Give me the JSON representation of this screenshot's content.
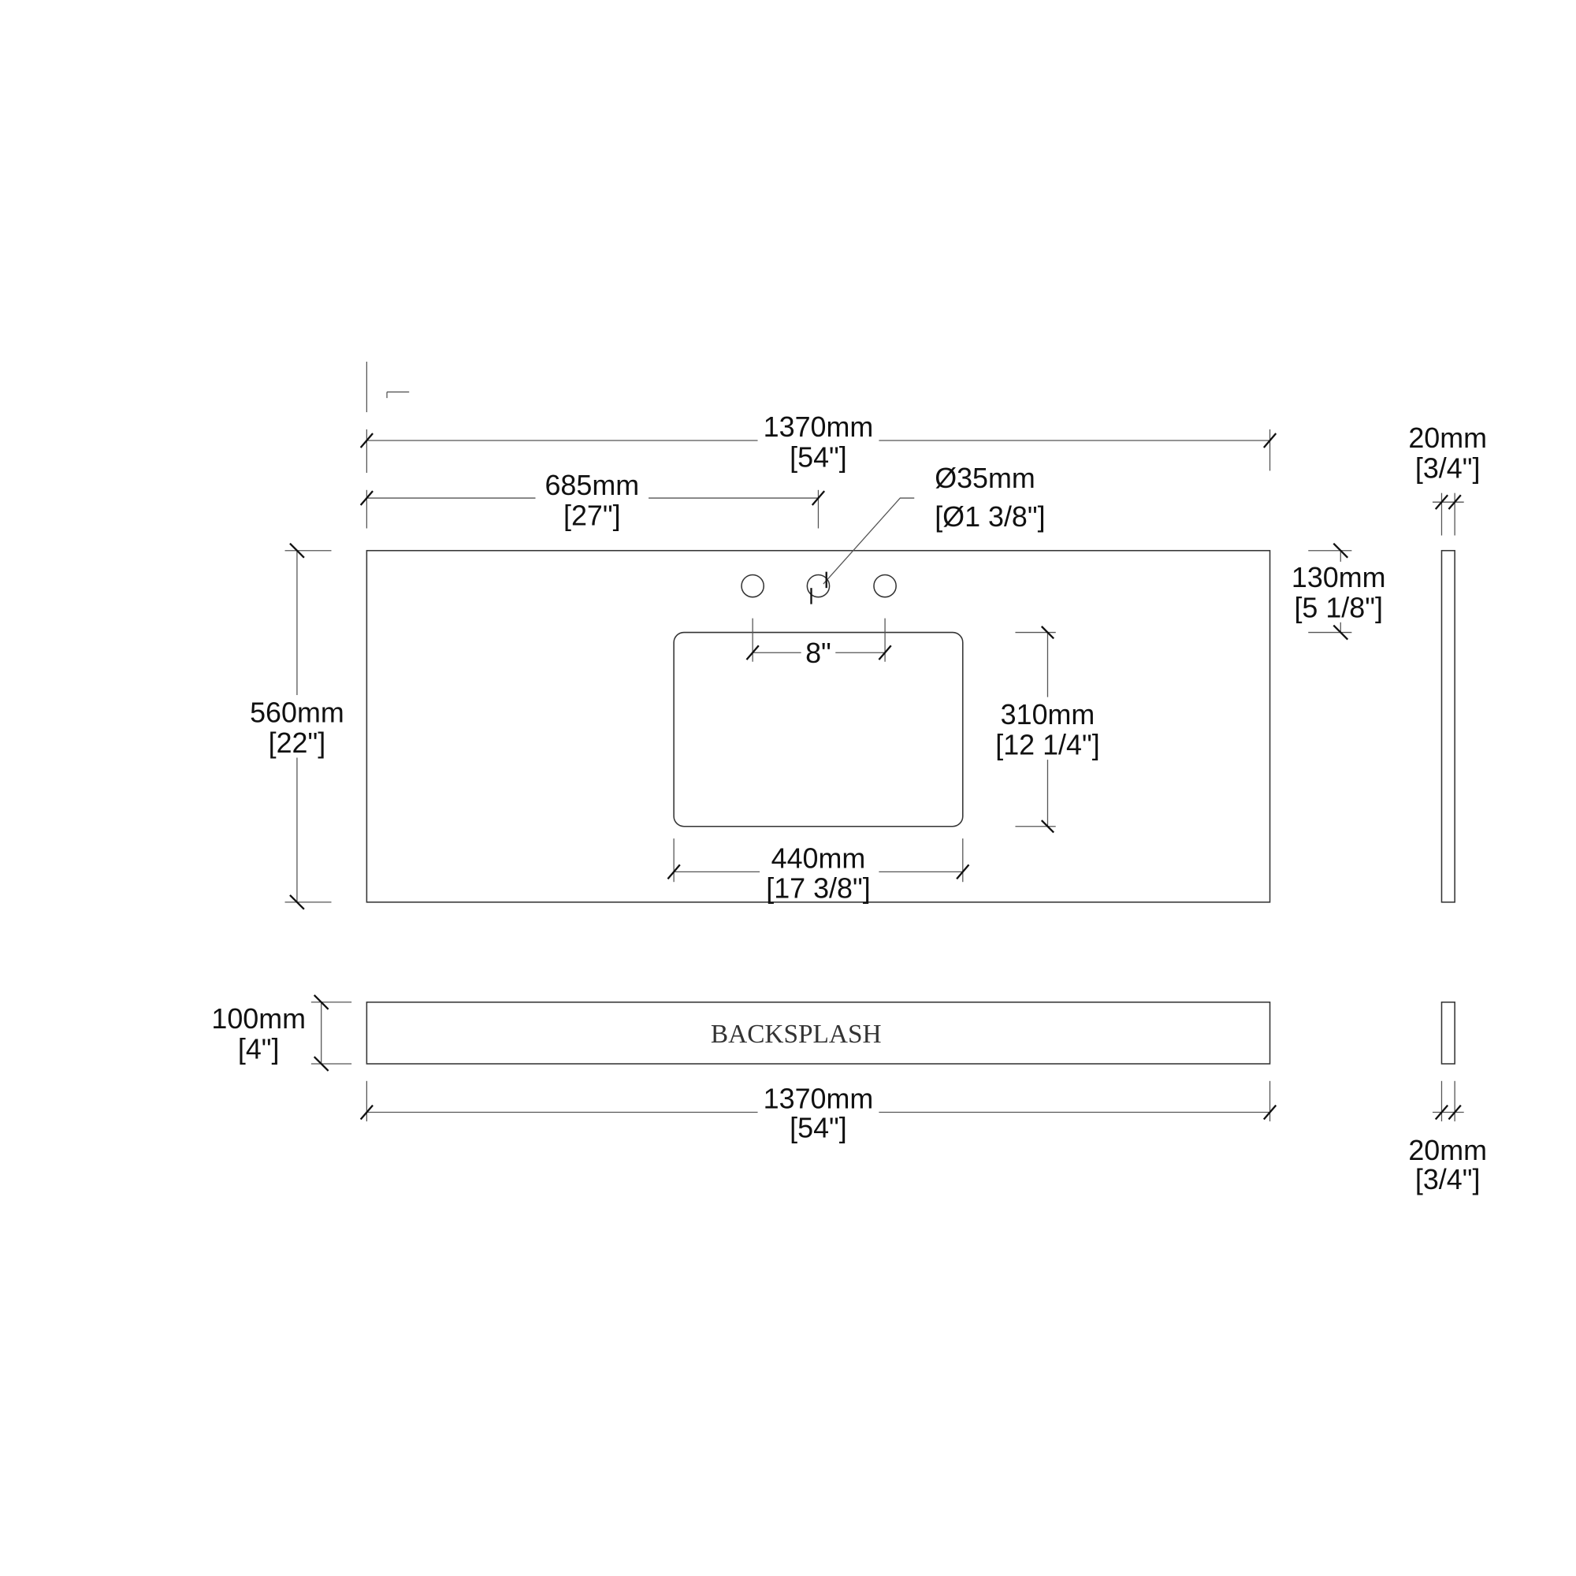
{
  "drawing": {
    "countertop": {
      "width": {
        "mm": "1370mm",
        "in": "[54\"]"
      },
      "center_offset": {
        "mm": "685mm",
        "in": "[27\"]"
      },
      "faucet_hole_diameter": {
        "mm": "Ø35mm",
        "in": "[Ø1 3/8\"]"
      },
      "depth": {
        "mm": "560mm",
        "in": "[22\"]"
      },
      "sink_setback": {
        "mm": "130mm",
        "in": "[5 1/8\"]"
      },
      "faucet_spread": "8\"",
      "sink_depth": {
        "mm": "310mm",
        "in": "[12 1/4\"]"
      },
      "sink_width": {
        "mm": "440mm",
        "in": "[17 3/8\"]"
      },
      "thickness": {
        "mm": "20mm",
        "in": "[3/4\"]"
      }
    },
    "backsplash": {
      "label": "BACKSPLASH",
      "height": {
        "mm": "100mm",
        "in": "[4\"]"
      },
      "width": {
        "mm": "1370mm",
        "in": "[54\"]"
      },
      "thickness": {
        "mm": "20mm",
        "in": "[3/4\"]"
      }
    }
  }
}
